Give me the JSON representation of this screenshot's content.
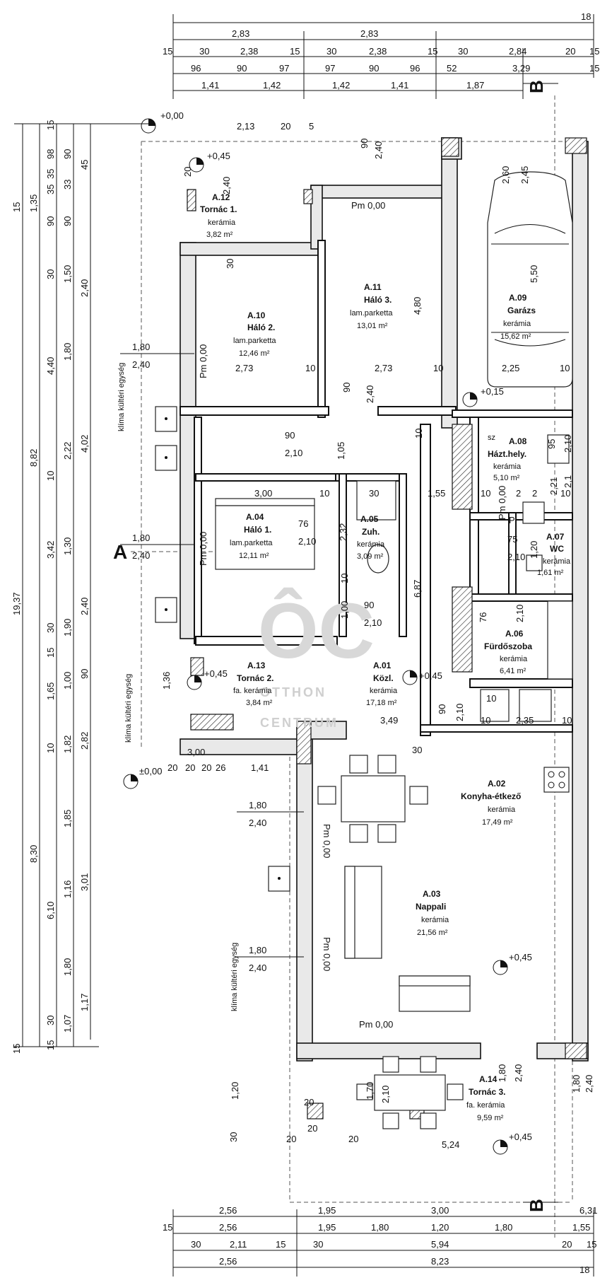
{
  "colors": {
    "line": "#111111",
    "wall_fill": "#e9e9e9",
    "watermark": "#d0d0d0",
    "background": "#ffffff"
  },
  "section_markers": {
    "a": "A",
    "b_top": "B",
    "b_bottom": "B"
  },
  "watermark": {
    "logo": "ÔC",
    "line1": "OTTHON",
    "line2": "CENTRUM"
  },
  "top_dims": {
    "row1": [
      "18"
    ],
    "row2": [
      "2,83",
      "2,83"
    ],
    "row3": [
      "15",
      "30",
      "2,38",
      "15",
      "30",
      "2,38",
      "15",
      "30",
      "2,84",
      "20",
      "15"
    ],
    "row4": [
      "96",
      "90",
      "97",
      "97",
      "90",
      "96",
      "52",
      "3,29",
      "15"
    ],
    "row5": [
      "1,41",
      "1,42",
      "1,42",
      "1,41",
      "1,87"
    ]
  },
  "bottom_dims": {
    "row1": [
      "2,56",
      "1,95",
      "3,00",
      "6,31"
    ],
    "row2": [
      "15",
      "2,56",
      "1,95",
      "1,80",
      "1,20",
      "1,80",
      "1,55"
    ],
    "row3": [
      "30",
      "2,11",
      "15",
      "30",
      "5,94",
      "20",
      "15"
    ],
    "row4": [
      "2,56",
      "8,23",
      "18"
    ]
  },
  "left_dims": {
    "col1": [
      "15",
      "19,37",
      "15"
    ],
    "col2": [
      "1,35",
      "8,82",
      "8,30"
    ],
    "col3": [
      "15",
      "98",
      "35",
      "35",
      "90",
      "30",
      "4,40",
      "10",
      "3,42",
      "30",
      "15",
      "1,65",
      "10",
      "6,10",
      "30",
      "15"
    ],
    "col4": [
      "90",
      "33",
      "90",
      "1,50",
      "1,80",
      "2,22",
      "1,30",
      "1,90",
      "1,00",
      "1,82",
      "1,85",
      "1,16",
      "1,80",
      "1,07"
    ],
    "col5": [
      "45",
      "2,40",
      "4,02",
      "2,40",
      "90",
      "2,82",
      "3,01",
      "1,17"
    ]
  },
  "levels": [
    "+0,00",
    "+0,45",
    "+0,15",
    "+0,45",
    "±0,00",
    "+0,45",
    "+0,45",
    "+0,45"
  ],
  "rooms": [
    {
      "code": "A.12",
      "name": "Tornác 1.",
      "floor": "kerámia",
      "area": "3,82 m²"
    },
    {
      "code": "A.10",
      "name": "Háló 2.",
      "floor": "lam.parketta",
      "area": "12,46 m²"
    },
    {
      "code": "A.11",
      "name": "Háló 3.",
      "floor": "lam.parketta",
      "area": "13,01 m²"
    },
    {
      "code": "A.09",
      "name": "Garázs",
      "floor": "kerámia",
      "area": "15,62 m²"
    },
    {
      "code": "A.08",
      "name": "Házt.hely.",
      "floor": "kerámia",
      "area": "5,10 m²"
    },
    {
      "code": "A.04",
      "name": "Háló 1.",
      "floor": "lam.parketta",
      "area": "12,11 m²"
    },
    {
      "code": "A.05",
      "name": "Zuh.",
      "floor": "kerámia",
      "area": "3,09 m²"
    },
    {
      "code": "A.07",
      "name": "WC",
      "floor": "kerámia",
      "area": "1,61 m²"
    },
    {
      "code": "A.06",
      "name": "Fürdőszoba",
      "floor": "kerámia",
      "area": "6,41 m²"
    },
    {
      "code": "A.13",
      "name": "Tornác 2.",
      "floor": "fa. kerámia",
      "area": "3,84 m²"
    },
    {
      "code": "A.01",
      "name": "Közl.",
      "floor": "kerámia",
      "area": "17,18 m²"
    },
    {
      "code": "A.02",
      "name": "Konyha-étkező",
      "floor": "kerámia",
      "area": "17,49 m²"
    },
    {
      "code": "A.03",
      "name": "Nappali",
      "floor": "kerámia",
      "area": "21,56 m²"
    },
    {
      "code": "A.14",
      "name": "Tornác 3.",
      "floor": "fa. kerámia",
      "area": "9,59 m²"
    }
  ],
  "inner_dims": {
    "pm": [
      "Pm 0,00",
      "Pm 0,00",
      "Pm 0,00",
      "Pm 0,00",
      "Pm 0,00",
      "Pm 0,00",
      "Pm 0,00"
    ],
    "window_1": [
      "1,80",
      "2,40"
    ],
    "window_2": [
      "1,80",
      "2,40"
    ],
    "window_3": [
      "1,80",
      "2,40"
    ],
    "window_4": [
      "1,80",
      "2,40"
    ],
    "window_5": [
      "1,80",
      "2,40"
    ],
    "misc": [
      "2,13",
      "20",
      "5",
      "90",
      "2,40",
      "2,40",
      "30",
      "4,80",
      "2,73",
      "10",
      "2,73",
      "10",
      "2,25",
      "10",
      "90",
      "2,40",
      "90",
      "2,10",
      "1,05",
      "10",
      "3,00",
      "10",
      "30",
      "1,55",
      "10",
      "2",
      "76",
      "2,10",
      "2,32",
      "75",
      "2,10",
      "1,20",
      "6,87",
      "10",
      "1,00",
      "90",
      "2,10",
      "76",
      "2,10",
      "1,36",
      "90",
      "2,10",
      "3,49",
      "10",
      "2,35",
      "10",
      "30",
      "3,00",
      "20",
      "20",
      "20",
      "26",
      "1,41",
      "1,20",
      "1,70",
      "2,10",
      "1,80",
      "2,40",
      "20",
      "20",
      "20",
      "20",
      "5,24",
      "30",
      "2,60",
      "2,45",
      "5,50",
      "95",
      "2,10",
      "2,1",
      "sz",
      "Pl",
      "2",
      "20",
      "2,21",
      "10",
      "10"
    ]
  },
  "klima_labels": [
    "klíma kültéri egység",
    "klíma kültéri egység",
    "klíma kültéri egység"
  ]
}
